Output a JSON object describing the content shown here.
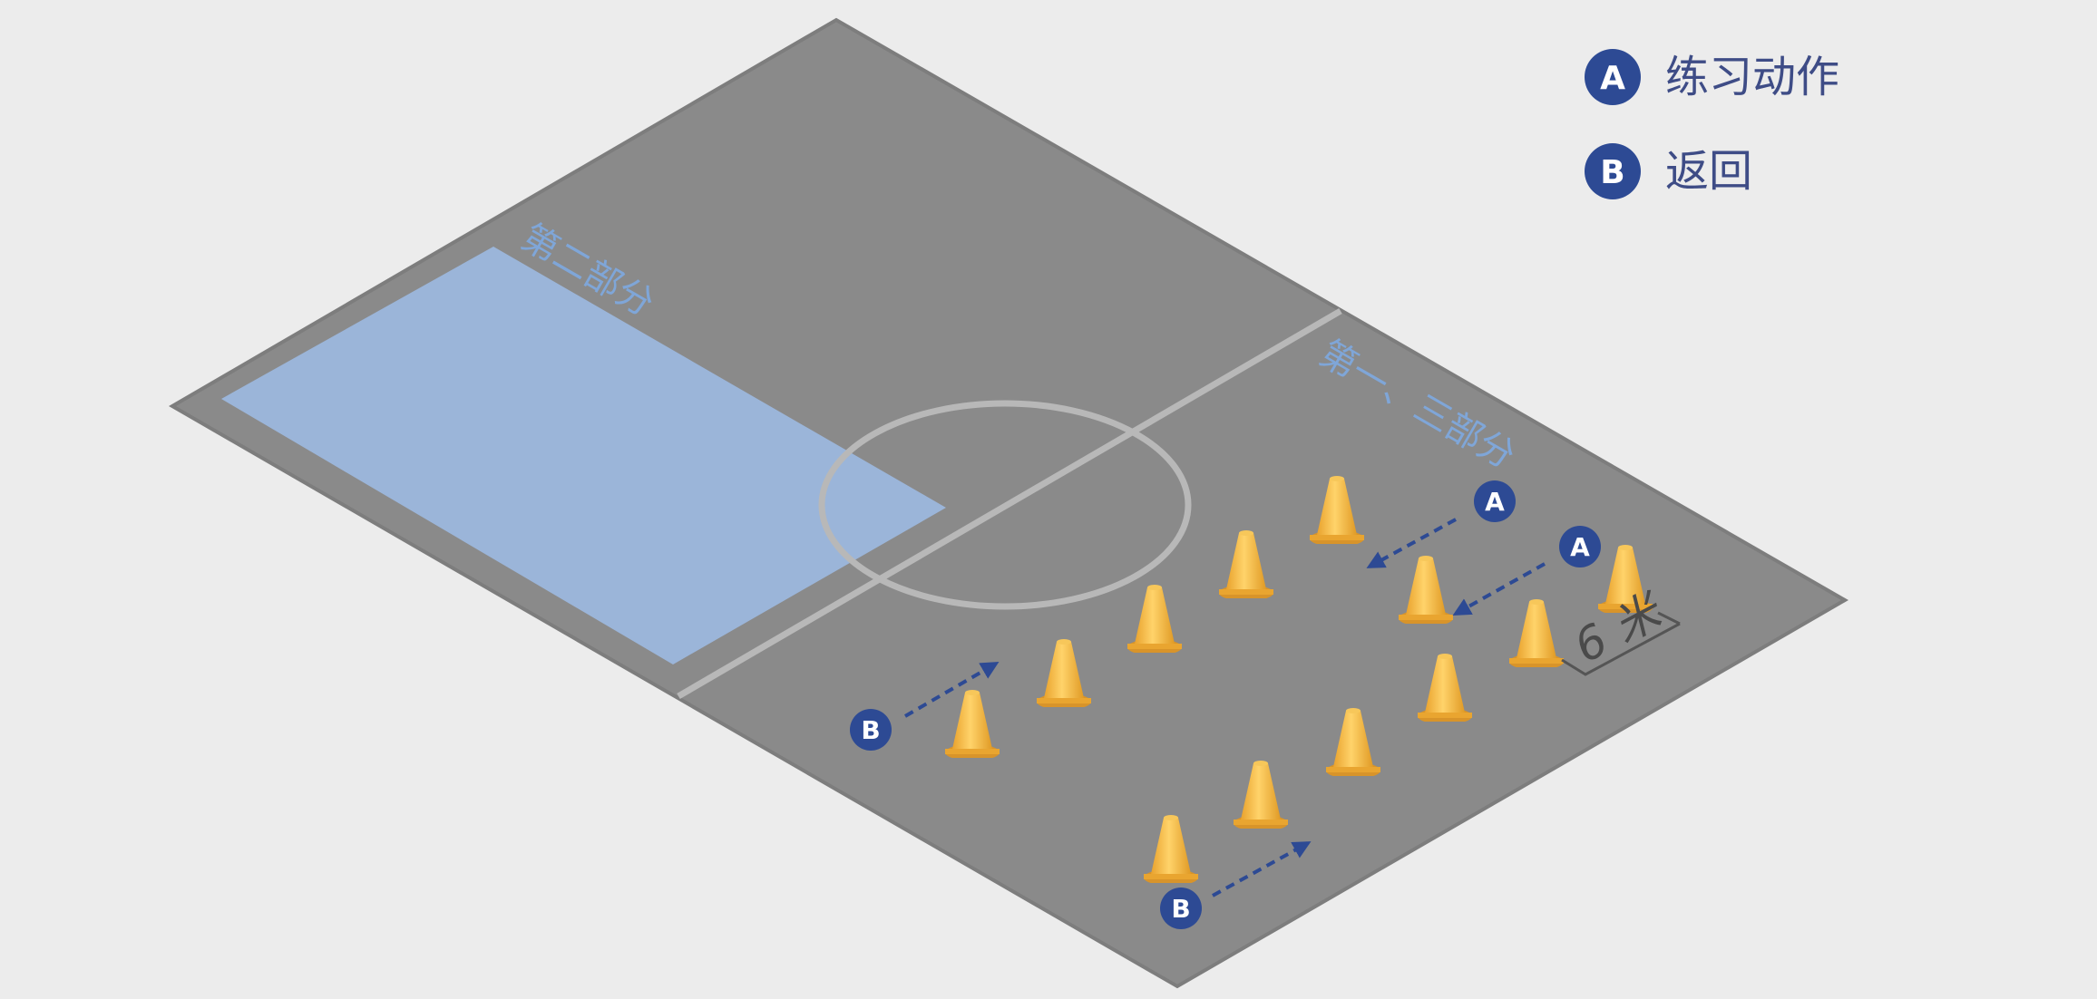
{
  "legend": {
    "a_letter": "A",
    "a_label": "练习动作",
    "b_letter": "B",
    "b_label": "返回"
  },
  "zones": {
    "part_two": "第二部分",
    "part_one_three": "第一、三部分"
  },
  "distance": "6 米",
  "markers": {
    "a": "A",
    "b": "B"
  },
  "colors": {
    "background": "#ececec",
    "court": "#8a8a8a",
    "court_edge": "#7d7d7d",
    "zone_fill": "#9cb8df",
    "line": "#b8b8b8",
    "badge": "#2d4a94",
    "arrow": "#2d4a94",
    "cone": "#f2b53c"
  },
  "icons": {
    "cone": "traffic-cone-icon",
    "arrow": "dashed-arrow-icon",
    "badge": "letter-badge-icon"
  }
}
